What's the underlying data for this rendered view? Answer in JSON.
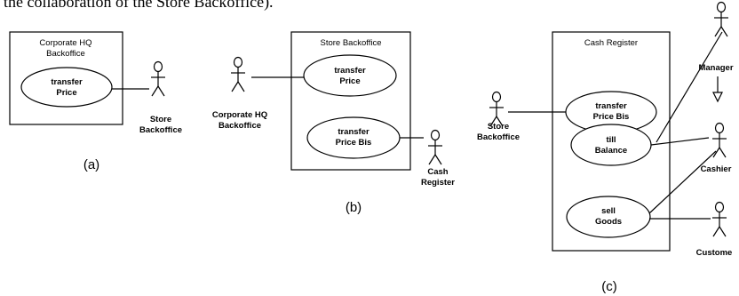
{
  "header_text": "the collaboration of the Store Backoffice).",
  "panels": {
    "a": {
      "caption": "(a)",
      "system_label": [
        "Corporate HQ",
        "Backoffice"
      ],
      "use_cases": {
        "transfer_price": [
          "transfer",
          "Price"
        ]
      },
      "actors": {
        "store_backoffice": [
          "Store",
          "Backoffice"
        ]
      }
    },
    "b": {
      "caption": "(b)",
      "system_label": [
        "Store Backoffice"
      ],
      "use_cases": {
        "transfer_price": [
          "transfer",
          "Price"
        ],
        "transfer_price_bis": [
          "transfer",
          "Price Bis"
        ]
      },
      "actors": {
        "corporate_hq": [
          "Corporate HQ",
          "Backoffice"
        ],
        "cash_register": [
          "Cash",
          "Register"
        ]
      }
    },
    "c": {
      "caption": "(c)",
      "system_label": [
        "Cash Register"
      ],
      "use_cases": {
        "transfer_price_bis": [
          "transfer",
          "Price Bis"
        ],
        "till_balance": [
          "till",
          "Balance"
        ],
        "sell_goods": [
          "sell",
          "Goods"
        ]
      },
      "actors": {
        "store_backoffice": [
          "Store",
          "Backoffice"
        ],
        "manager": [
          "Manager"
        ],
        "cashier": [
          "Cashier"
        ],
        "customer": [
          "Custome"
        ]
      }
    }
  }
}
